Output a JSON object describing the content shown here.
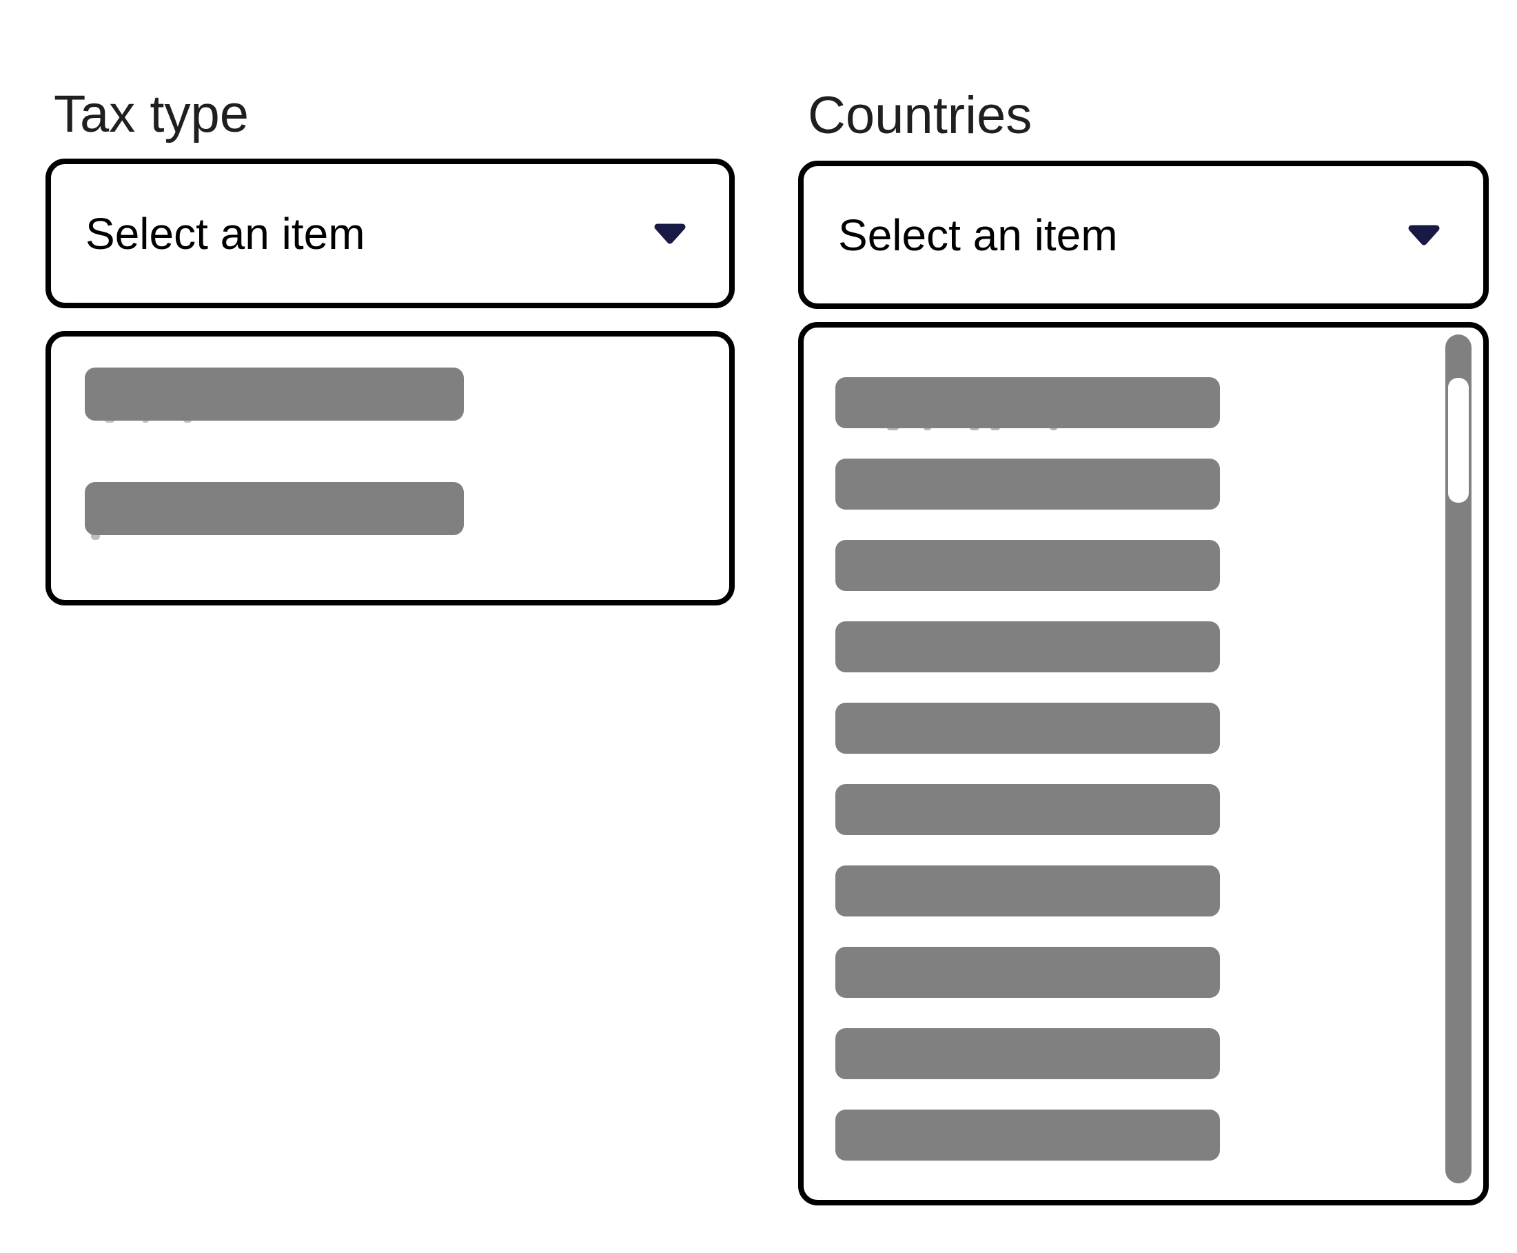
{
  "page": {
    "background": "#ffffff"
  },
  "fields": [
    {
      "label": "Tax type",
      "dropdown": {
        "value": "Select an item"
      },
      "list": {
        "placeholder_item_count": 2,
        "scrollbar": false
      }
    },
    {
      "label": "Countries",
      "dropdown": {
        "value": "Select an item"
      },
      "list": {
        "placeholder_item_count": 10,
        "scrollbar": true
      }
    }
  ],
  "icons": [
    {
      "name": "chevron-down-icon",
      "color": "#191945"
    }
  ],
  "colors": {
    "box_border": "#000000",
    "placeholder_bar": "#808080",
    "caret": "#191945",
    "label_text": "#1f1f1f",
    "value_text": "#000000",
    "scrollbar_track": "#808080",
    "scrollbar_thumb": "#ffffff",
    "background": "#ffffff"
  }
}
